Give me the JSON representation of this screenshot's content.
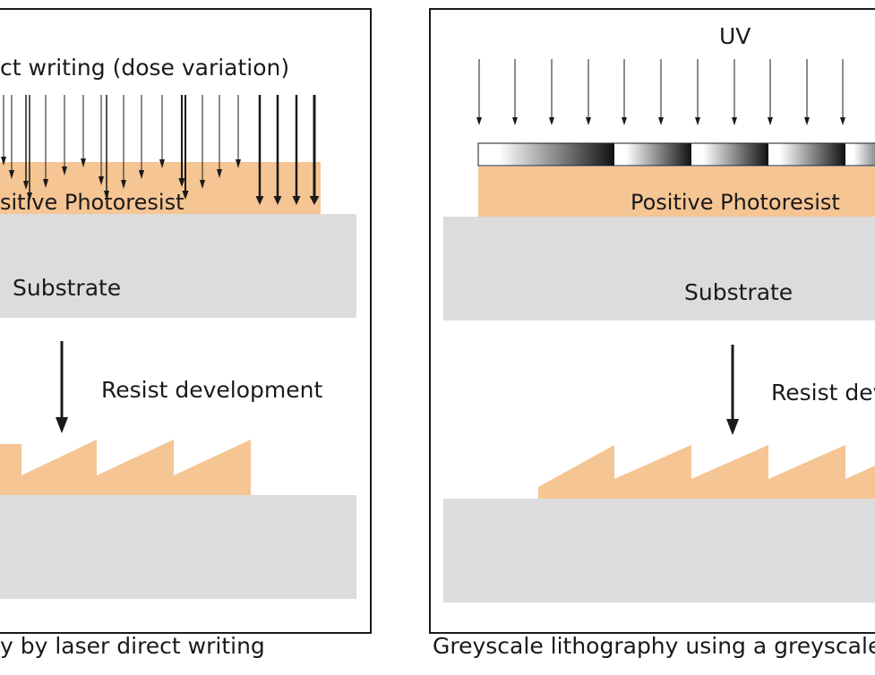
{
  "left_panel": {
    "title": "ct writing (dose variation)",
    "resist_label": "sitive Photoresist",
    "substrate_label": "Substrate",
    "process_label": "Resist development",
    "caption": "y by laser direct writing"
  },
  "right_panel": {
    "top_label": "UV",
    "resist_label": "Positive Photoresist",
    "substrate_label": "Substrate",
    "process_label": "Resist dev",
    "caption": "Greyscale lithography using a greyscale"
  },
  "colors": {
    "resist": "#f5c593",
    "substrate": "#dcdcdc",
    "frame": "#1a1a1a",
    "arrow": "#1a1a1a",
    "text": "#1a1a1a"
  }
}
